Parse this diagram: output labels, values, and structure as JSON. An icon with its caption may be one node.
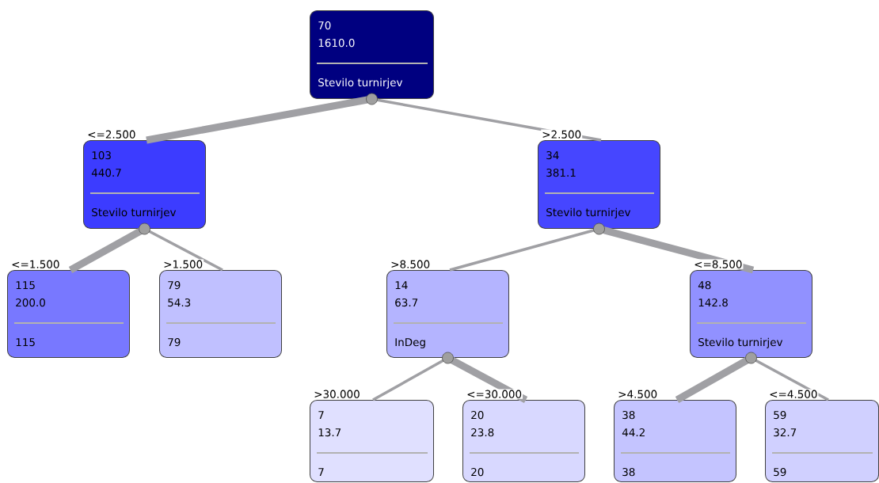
{
  "diagram": {
    "nodes": [
      {
        "text": [
          "70",
          "1610.0",
          "Stevilo turnirjev"
        ]
      },
      {
        "text": [
          "103",
          "440.7",
          "Stevilo turnirjev"
        ]
      },
      {
        "text": [
          "34",
          "381.1",
          "Stevilo turnirjev"
        ]
      },
      {
        "text": [
          "115",
          "200.0",
          "115"
        ]
      },
      {
        "text": [
          "79",
          "54.3",
          "79"
        ]
      },
      {
        "text": [
          "14",
          "63.7",
          "InDeg"
        ]
      },
      {
        "text": [
          "48",
          "142.8",
          "Stevilo turnirjev"
        ]
      },
      {
        "text": [
          "7",
          "13.7",
          "7"
        ]
      },
      {
        "text": [
          "20",
          "23.8",
          "20"
        ]
      },
      {
        "text": [
          "38",
          "44.2",
          "38"
        ]
      },
      {
        "text": [
          "59",
          "32.7",
          "59"
        ]
      }
    ],
    "edges": [
      {
        "from": 0,
        "to": 1,
        "arrow": "none",
        "label": "<=2.500",
        "style": "thick"
      },
      {
        "from": 0,
        "to": 2,
        "arrow": "none",
        "label": ">2.500"
      },
      {
        "from": 1,
        "to": 3,
        "arrow": "none",
        "label": "<=1.500",
        "style": "thick"
      },
      {
        "from": 1,
        "to": 4,
        "arrow": "none",
        "label": ">1.500"
      },
      {
        "from": 2,
        "to": 5,
        "arrow": "none",
        "label": ">8.500"
      },
      {
        "from": 2,
        "to": 6,
        "arrow": "none",
        "label": "<=8.500",
        "style": "thick"
      },
      {
        "from": 5,
        "to": 7,
        "arrow": "none",
        "label": ">30.000"
      },
      {
        "from": 5,
        "to": 8,
        "arrow": "none",
        "label": "<=30.000",
        "style": "thick"
      },
      {
        "from": 6,
        "to": 9,
        "arrow": "none",
        "label": ">4.500",
        "style": "thick"
      },
      {
        "from": 6,
        "to": 10,
        "arrow": "none",
        "label": "<=4.500"
      }
    ]
  }
}
